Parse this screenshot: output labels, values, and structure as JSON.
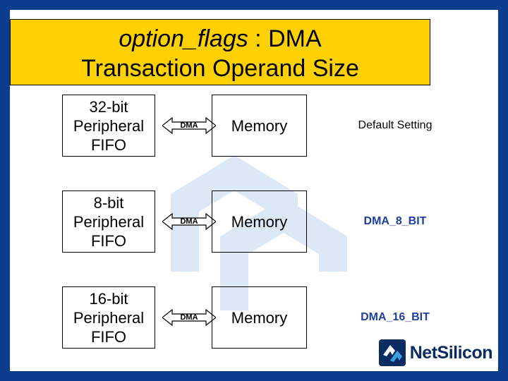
{
  "slide": {
    "title_line1_em": "option_flags",
    "title_line1_rest": " : DMA",
    "title_line2": "Transaction Operand Size",
    "colors": {
      "frame": "#0b3d8c",
      "title_band": "#ffd100",
      "note_accent": "#1f3f9e",
      "logo": "#0b2c63",
      "watermark": "#dde8f7"
    }
  },
  "rows": [
    {
      "source": "32-bit\nPeripheral\nFIFO",
      "source_lines": [
        "32-bit",
        "Peripheral",
        "FIFO"
      ],
      "arrow_label": "DMA",
      "destination": "Memory",
      "note": "Default Setting",
      "note_style": "default"
    },
    {
      "source": "8-bit\nPeripheral\nFIFO",
      "source_lines": [
        "8-bit",
        "Peripheral",
        "FIFO"
      ],
      "arrow_label": "DMA",
      "destination": "Memory",
      "note": "DMA_8_BIT",
      "note_style": "blue"
    },
    {
      "source": "16-bit\nPeripheral\nFIFO",
      "source_lines": [
        "16-bit",
        "Peripheral",
        "FIFO"
      ],
      "arrow_label": "DMA",
      "destination": "Memory",
      "note": "DMA_16_BIT",
      "note_style": "blue"
    }
  ],
  "logo": {
    "text_part1": "Net",
    "text_part2": "Silicon",
    "mark": "netsilicon-logo-icon"
  }
}
